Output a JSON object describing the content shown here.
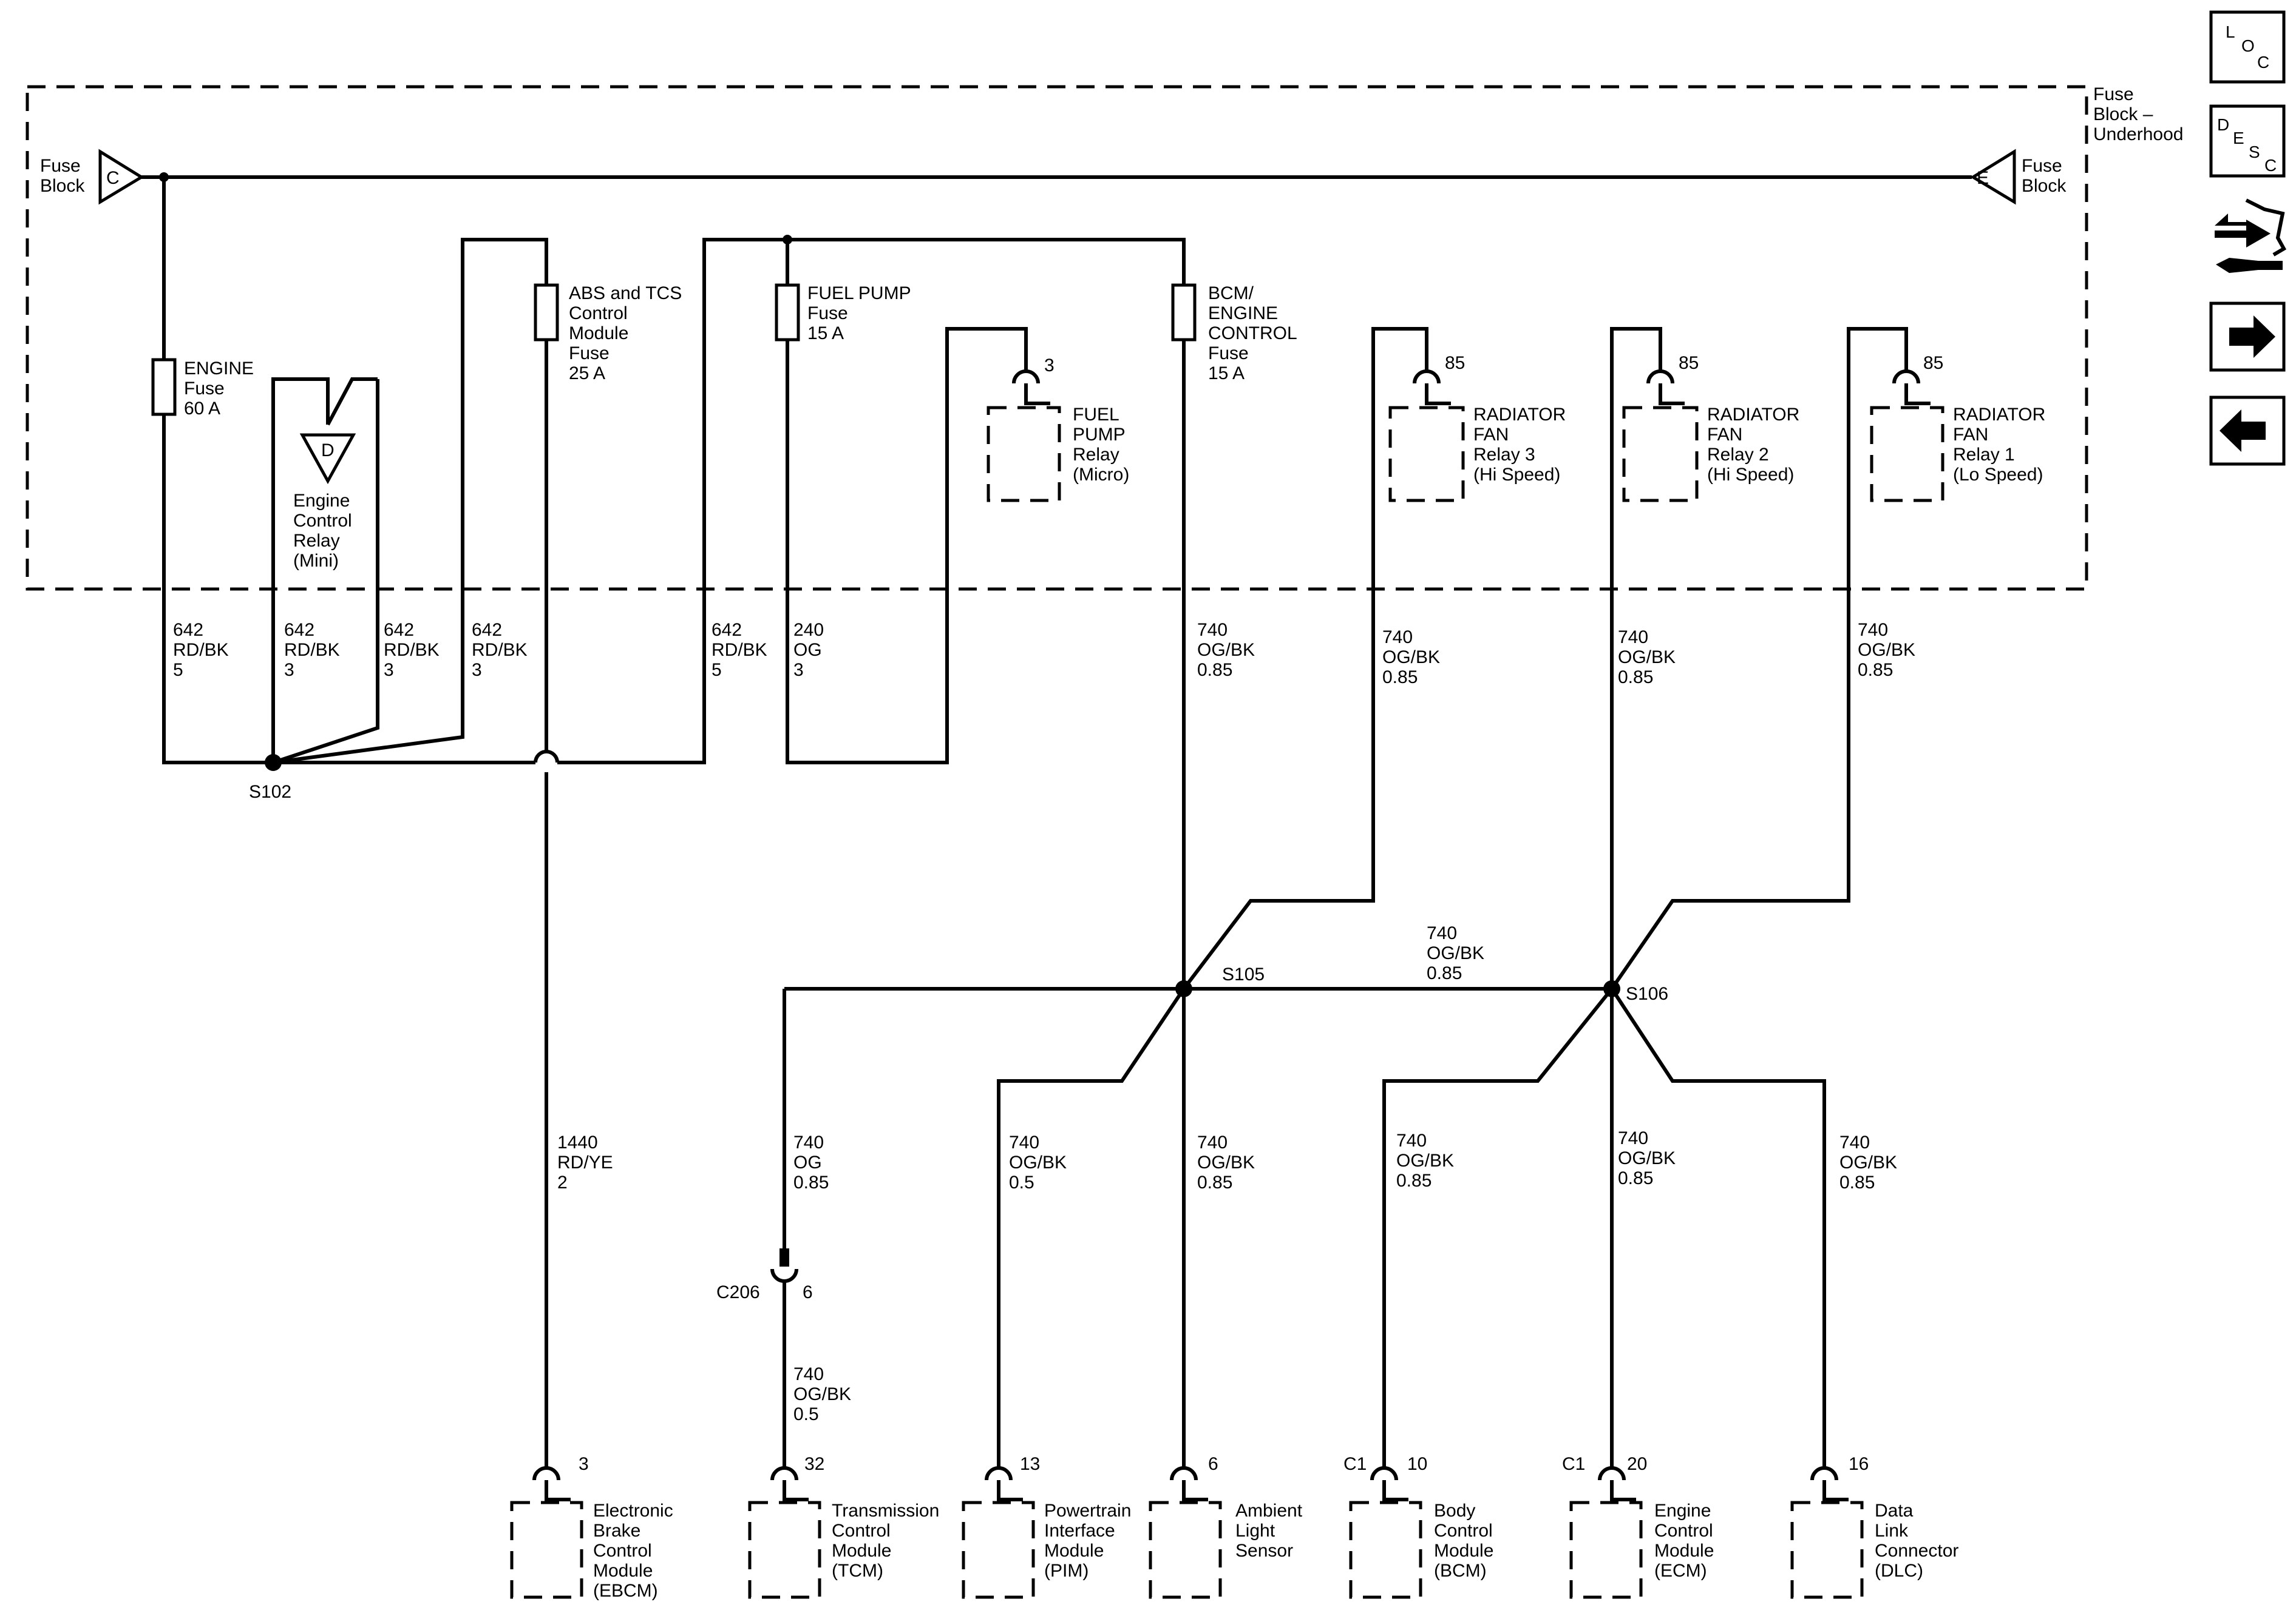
{
  "legend": {
    "loc": [
      "L",
      "O",
      "C"
    ],
    "desc": [
      "D",
      "E",
      "S",
      "C"
    ]
  },
  "fuse_block": {
    "underhood": [
      "Fuse",
      "Block –",
      "Underhood"
    ],
    "left_term": {
      "letter": "C",
      "label": [
        "Fuse",
        "Block"
      ]
    },
    "right_term": {
      "letter": "E",
      "label": [
        "Fuse",
        "Block"
      ]
    }
  },
  "fuses": {
    "engine": [
      "ENGINE",
      "Fuse",
      "60 A"
    ],
    "abs": [
      "ABS and TCS",
      "Control",
      "Module",
      "Fuse",
      "25 A"
    ],
    "fuel_pump": [
      "FUEL PUMP",
      "Fuse",
      "15 A"
    ],
    "bcm": [
      "BCM/",
      "ENGINE",
      "CONTROL",
      "Fuse",
      "15 A"
    ]
  },
  "relays": {
    "engine_control": {
      "letter": "D",
      "label": [
        "Engine",
        "Control",
        "Relay",
        "(Mini)"
      ]
    },
    "fuel_pump": {
      "pin": "3",
      "label": [
        "FUEL",
        "PUMP",
        "Relay",
        "(Micro)"
      ]
    },
    "fan3": {
      "pin": "85",
      "label": [
        "RADIATOR",
        "FAN",
        "Relay 3",
        "(Hi Speed)"
      ]
    },
    "fan2": {
      "pin": "85",
      "label": [
        "RADIATOR",
        "FAN",
        "Relay 2",
        "(Hi Speed)"
      ]
    },
    "fan1": {
      "pin": "85",
      "label": [
        "RADIATOR",
        "FAN",
        "Relay 1",
        "(Lo Speed)"
      ]
    }
  },
  "wires": {
    "w642_a": [
      "642",
      "RD/BK",
      "5"
    ],
    "w642_b": [
      "642",
      "RD/BK",
      "3"
    ],
    "w642_c": [
      "642",
      "RD/BK",
      "3"
    ],
    "w642_d": [
      "642",
      "RD/BK",
      "3"
    ],
    "w642_e": [
      "642",
      "RD/BK",
      "5"
    ],
    "w240": [
      "240",
      "OG",
      "3"
    ],
    "w740_main": [
      "740",
      "OG/BK",
      "0.85"
    ],
    "w740_f3": [
      "740",
      "OG/BK",
      "0.85"
    ],
    "w740_f2": [
      "740",
      "OG/BK",
      "0.85"
    ],
    "w740_f1": [
      "740",
      "OG/BK",
      "0.85"
    ],
    "w740_mid": [
      "740",
      "OG/BK",
      "0.85"
    ],
    "w1440": [
      "1440",
      "RD/YE",
      "2"
    ],
    "w740_og": [
      "740",
      "OG",
      "0.85"
    ],
    "w740_tcm": [
      "740",
      "OG/BK",
      "0.5"
    ],
    "w740_pim": [
      "740",
      "OG/BK",
      "0.5"
    ],
    "w740_als": [
      "740",
      "OG/BK",
      "0.85"
    ],
    "w740_bcm": [
      "740",
      "OG/BK",
      "0.85"
    ],
    "w740_ecm": [
      "740",
      "OG/BK",
      "0.85"
    ],
    "w740_dlc": [
      "740",
      "OG/BK",
      "0.85"
    ]
  },
  "splices": {
    "s102": "S102",
    "s105": "S105",
    "s106": "S106"
  },
  "connector_c206": {
    "name": "C206",
    "pin": "6"
  },
  "modules": {
    "ebcm": {
      "pin": "3",
      "label": [
        "Electronic",
        "Brake",
        "Control",
        "Module",
        "(EBCM)"
      ]
    },
    "tcm": {
      "pin": "32",
      "label": [
        "Transmission",
        "Control",
        "Module",
        "(TCM)"
      ]
    },
    "pim": {
      "pin": "13",
      "label": [
        "Powertrain",
        "Interface",
        "Module",
        "(PIM)"
      ]
    },
    "als": {
      "pin": "6",
      "label": [
        "Ambient",
        "Light",
        "Sensor"
      ]
    },
    "bcm": {
      "conn": "C1",
      "pin": "10",
      "label": [
        "Body",
        "Control",
        "Module",
        "(BCM)"
      ]
    },
    "ecm": {
      "conn": "C1",
      "pin": "20",
      "label": [
        "Engine",
        "Control",
        "Module",
        "(ECM)"
      ]
    },
    "dlc": {
      "pin": "16",
      "label": [
        "Data",
        "Link",
        "Connector",
        "(DLC)"
      ]
    }
  }
}
